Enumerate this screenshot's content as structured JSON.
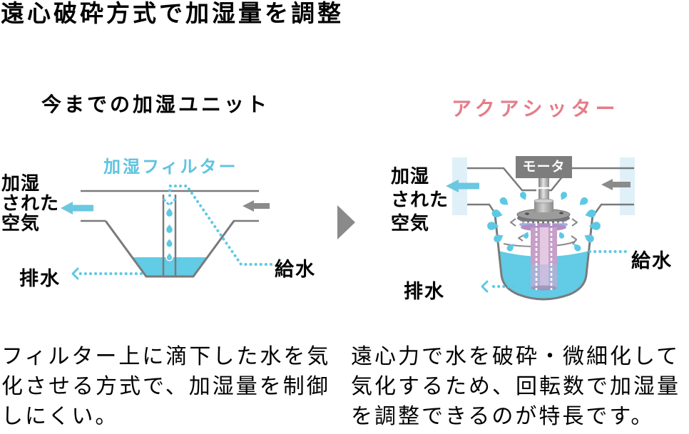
{
  "title": "遠心破砕方式で加湿量を調整",
  "colors": {
    "accent_blue": "#5cc9e4",
    "water_blue": "#62cbe5",
    "pale_blue": "#e0f0f8",
    "outline_gray": "#7a7a7a",
    "arrow_gray": "#8b8b8b",
    "heading_pink": "#e57d89",
    "motor_gray": "#7d7d7d",
    "tube_pink": "#c79fc8"
  },
  "left_panel": {
    "heading": "今までの加湿ユニット",
    "diagram": {
      "filter_label": "加湿フィルター",
      "air_label": "加湿\nされた\n空気",
      "drain_label": "排水",
      "supply_label": "給水"
    },
    "description": "フィルター上に滴下した水を気\n化させる方式で、加湿量を制御\nしにくい。"
  },
  "right_panel": {
    "heading": "アクアシッター",
    "diagram": {
      "motor_label": "モーター",
      "air_label": "加湿\nされた\n空気",
      "drain_label": "排水",
      "supply_label": "給水"
    },
    "description": "遠心力で水を破砕・微細化して\n気化するため、回転数で加湿量\nを調整できるのが特長です。"
  }
}
